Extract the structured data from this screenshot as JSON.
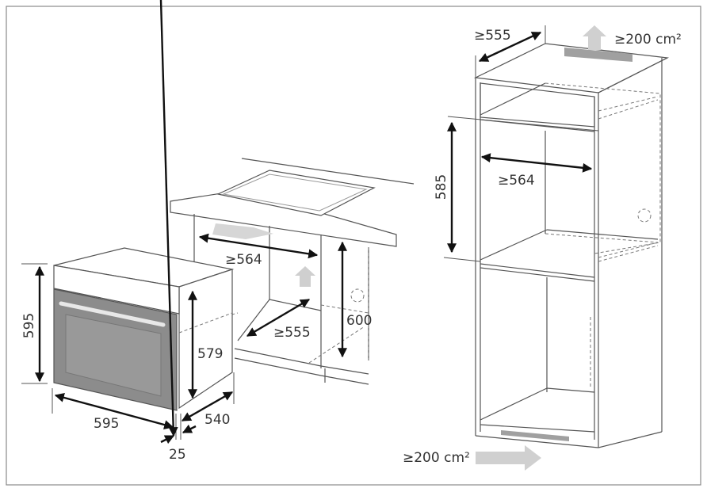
{
  "colors": {
    "frame": "#8a8a8a",
    "line": "#555555",
    "door": "#8c8c8c",
    "vent": "#a0a0a0",
    "airflow_arrow": "#cfcfcf"
  },
  "oven": {
    "height_label": "595",
    "width_label": "595",
    "depth_label": "540",
    "door_offset_label": "25",
    "body_height_label": "579"
  },
  "under_counter_niche": {
    "width_label": "≥564",
    "depth_label": "≥555",
    "height_label": "600"
  },
  "tall_cabinet": {
    "depth_label": "≥555",
    "top_vent_label": "≥200 cm²",
    "niche_height_label": "585",
    "niche_width_label": "≥564",
    "bottom_vent_label": "≥200 cm²"
  }
}
